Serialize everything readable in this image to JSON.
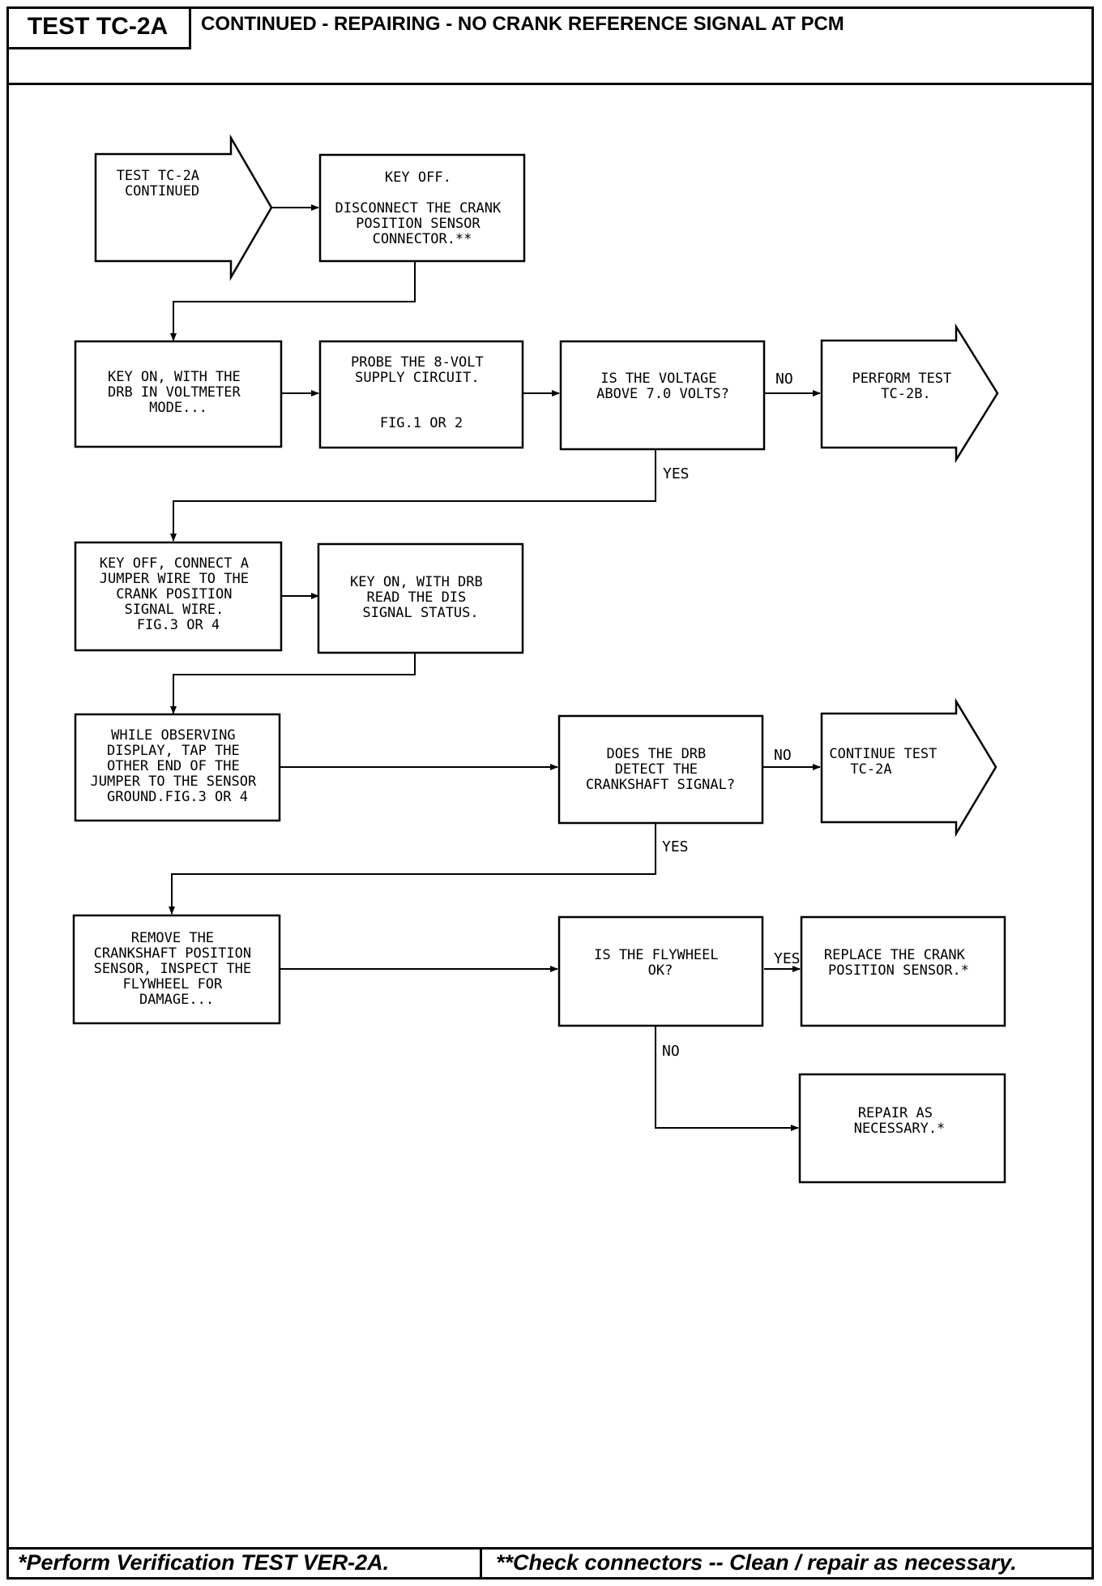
{
  "header": {
    "title": "TEST TC-2A",
    "subtitle": "CONTINUED - REPAIRING - NO CRANK REFERENCE SIGNAL AT PCM"
  },
  "footer": {
    "left": "*Perform Verification TEST VER-2A.",
    "right": "**Check connectors -- Clean / repair as necessary."
  },
  "flow": {
    "start": [
      "TEST TC-2A",
      "CONTINUED"
    ],
    "key_off_disconnect": [
      "KEY OFF.",
      "",
      "DISCONNECT THE CRANK",
      "POSITION SENSOR",
      "CONNECTOR.**"
    ],
    "key_on_voltmeter": [
      "KEY ON, WITH THE",
      "DRB IN VOLTMETER",
      "MODE..."
    ],
    "probe_supply": [
      "PROBE THE 8-VOLT",
      "SUPPLY CIRCUIT.",
      "",
      "FIG.1 OR 2"
    ],
    "voltage_question": [
      "IS THE VOLTAGE",
      "ABOVE 7.0 VOLTS?"
    ],
    "perform_tc2b": [
      "PERFORM TEST",
      "TC-2B."
    ],
    "jumper_wire": [
      "KEY OFF, CONNECT A",
      "JUMPER WIRE TO THE",
      "CRANK POSITION",
      "SIGNAL WIRE.",
      "FIG.3 OR 4"
    ],
    "read_dis_status": [
      "KEY ON, WITH DRB",
      "READ THE DIS",
      "SIGNAL STATUS."
    ],
    "tap_jumper": [
      "WHILE OBSERVING",
      "DISPLAY, TAP THE",
      "OTHER END OF THE",
      "JUMPER TO THE SENSOR",
      "GROUND.FIG.3 OR 4"
    ],
    "drb_question": [
      "DOES THE DRB",
      "DETECT THE",
      "CRANKSHAFT SIGNAL?"
    ],
    "continue_tc2a": [
      "CONTINUE TEST",
      "TC-2A"
    ],
    "remove_sensor": [
      "REMOVE THE",
      "CRANKSHAFT POSITION",
      "SENSOR, INSPECT THE",
      "FLYWHEEL FOR",
      "DAMAGE..."
    ],
    "flywheel_question": [
      "IS THE FLYWHEEL",
      "OK?"
    ],
    "replace_sensor": [
      "REPLACE THE CRANK",
      "POSITION SENSOR.*"
    ],
    "repair": [
      "REPAIR AS",
      "NECESSARY.*"
    ],
    "labels": {
      "no": "NO",
      "yes": "YES"
    }
  }
}
